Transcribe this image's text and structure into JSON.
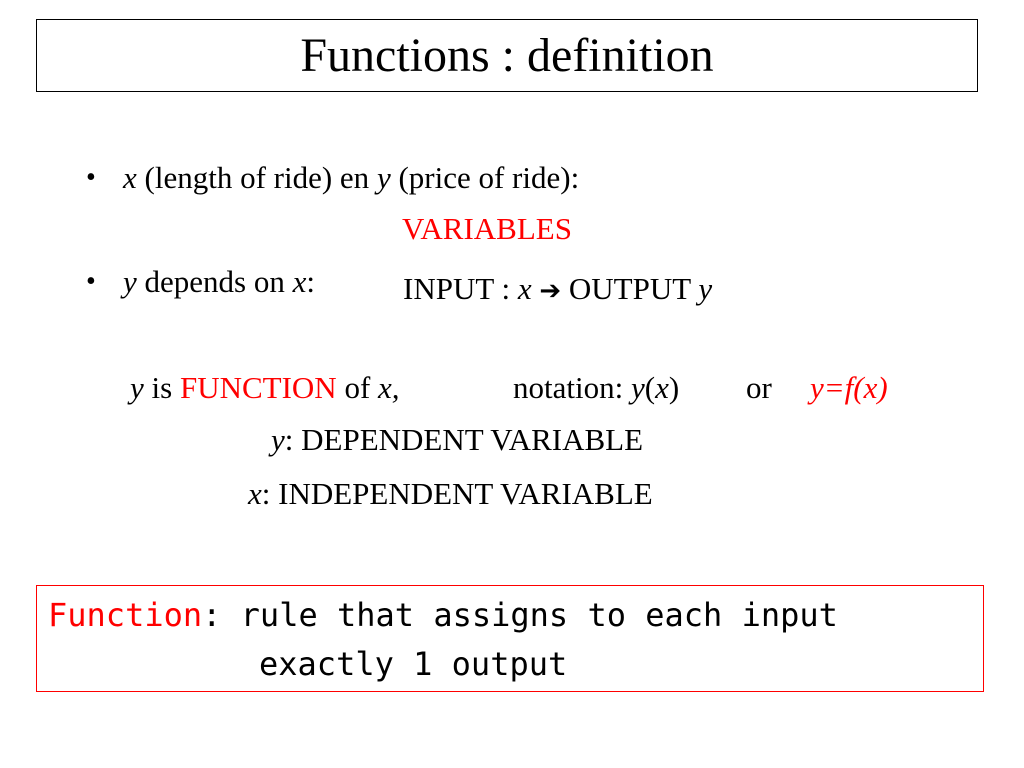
{
  "title": "Functions : definition",
  "bullets": [
    {
      "marker": "•",
      "x": "x",
      "text1": " (length of ride) en ",
      "y": "y",
      "text2": " (price of ride):"
    },
    {
      "marker": "•",
      "y": "y",
      "text1": " depends on ",
      "x": "x",
      "colon": ":"
    }
  ],
  "variables_label": "VARIABLES",
  "input_output": {
    "input_label": "INPUT : ",
    "x": "x",
    "arrow": "➔",
    "output_label": " OUTPUT ",
    "y": "y"
  },
  "function_line": {
    "y": "y",
    "is": " is ",
    "function_word": "FUNCTION",
    "of": " of ",
    "x_comma": "x,",
    "notation_label": "notation: ",
    "notation_y": "y",
    "paren_open": "(",
    "notation_x": "x",
    "paren_close": ")",
    "or": "or",
    "formula": "y=f(x)"
  },
  "dependent_line": {
    "var": "y",
    "text": ": DEPENDENT VARIABLE"
  },
  "independent_line": {
    "var": "x",
    "text": ": INDEPENDENT VARIABLE"
  },
  "definition": {
    "term": "Function",
    "line1_rest": ": rule that assigns to each input",
    "line2": "exactly 1 output"
  },
  "colors": {
    "accent": "#ff0000",
    "text": "#000000"
  }
}
